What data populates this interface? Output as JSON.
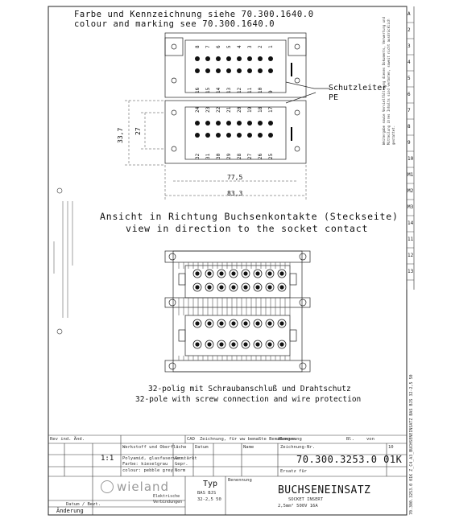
{
  "header": {
    "line1": "Farbe und Kennzeichnung siehe 70.300.1640.0",
    "line2": "colour and marking see 70.300.1640.0"
  },
  "labels": {
    "pe_de": "Schutzleiter",
    "pe_en": "PE",
    "dim_height": "33,7",
    "dim_inner": "27",
    "dim_width1": "77,5",
    "dim_width2": "83,3"
  },
  "captions": {
    "view_de": "Ansicht in Richtung Buchsenkontakte (Steckseite)",
    "view_en": "view in direction to the socket contact",
    "desc_de": "32-polig mit Schraubanschluß und Drahtschutz",
    "desc_en": "32-pole with screw connection and wire protection"
  },
  "pins": {
    "top_row_upper": [
      "8",
      "7",
      "6",
      "5",
      "4",
      "3",
      "2",
      "1"
    ],
    "top_row_lower": [
      "16",
      "15",
      "14",
      "13",
      "12",
      "11",
      "10",
      "9"
    ],
    "bottom_row_upper": [
      "24",
      "23",
      "22",
      "21",
      "20",
      "19",
      "18",
      "17"
    ],
    "bottom_row_lower": [
      "32",
      "31",
      "30",
      "29",
      "28",
      "27",
      "26",
      "25"
    ]
  },
  "side_labels": {
    "copyright": "Weitergabe sowie Vervielfältigung dieses Dokuments, Verwertung und Mitteilung ihres Inhalts sind verboten, soweit nicht ausdrücklich gestattet.",
    "revision_markers": [
      "A",
      "2",
      "3",
      "4",
      "5",
      "6",
      "7",
      "8",
      "9",
      "10",
      "M1",
      "M2",
      "M3",
      "14",
      "11",
      "12",
      "13"
    ]
  },
  "title_block": {
    "row1": [
      "Rev ind. Änd.",
      "CAD",
      "Zeichnung, für ww bemaßte Bemaßungen",
      "Abmessung",
      "Bl.",
      "von"
    ],
    "scale": "1:1",
    "material_label": "Werkstoff und Oberfläche",
    "material_values": [
      "Polyamid, glasfaserverstärkt",
      "Farbe: kieselgrau",
      "colour: pebble grey"
    ],
    "date_label": "Datum",
    "name_label": "Name",
    "drawn": "Gez.",
    "checked": "Gepr.",
    "norm": "Norm",
    "drawing_no_label": "Zeichnung-Nr.",
    "drawing_no": "70.300.3253.0 01K",
    "replace_label": "Ersatz für",
    "company": "wieland",
    "company_sub": [
      "Elektrische",
      "Verbindungen"
    ],
    "type_label": "Typ",
    "type_values": [
      "BAS BJS",
      "32-2,5 50"
    ],
    "designation_label": "Benennung",
    "designation": "BUCHSENEINSATZ",
    "designation_sub1": "SOCKET INSERT",
    "designation_sub2": "2,5mm² 500V 16A",
    "change_label": "Änderung",
    "date_name_label": "Datum / Bezt.",
    "version": "10",
    "side_code": "70.300.3253.0 01K  Z_C4_A3_BUCHSENEINSATZ  BAS BJS 32-2,5 50"
  },
  "colors": {
    "line": "#222222",
    "dot": "#111111",
    "light": "#999999"
  }
}
